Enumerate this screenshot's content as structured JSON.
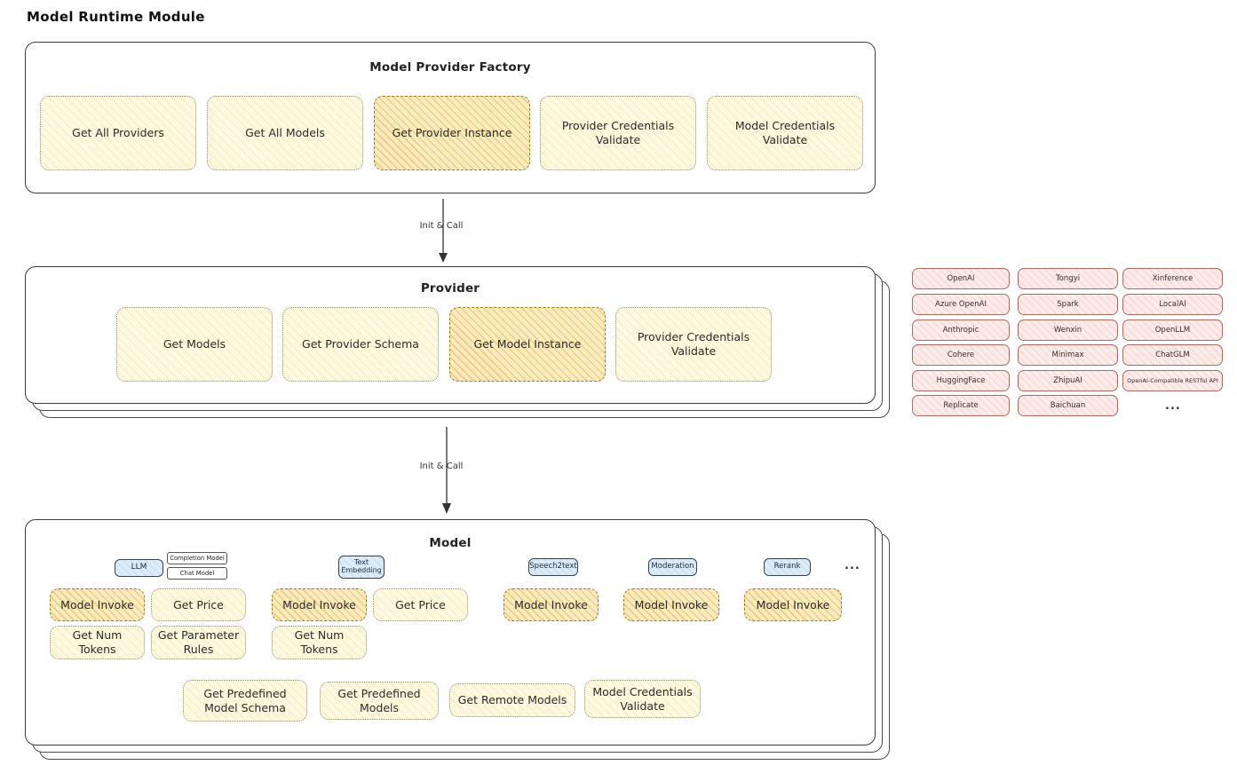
{
  "page": {
    "title": "Model Runtime Module"
  },
  "flow": {
    "arrow1_label": "Init & Call",
    "arrow2_label": "Init & Call"
  },
  "factory": {
    "title": "Model Provider Factory",
    "items": [
      {
        "label": "Get All Providers"
      },
      {
        "label": "Get All Models"
      },
      {
        "label": "Get Provider Instance"
      },
      {
        "label": "Provider Credentials Validate"
      },
      {
        "label": "Model Credentials Validate"
      }
    ]
  },
  "provider": {
    "title": "Provider",
    "items": [
      {
        "label": "Get Models"
      },
      {
        "label": "Get Provider Schema"
      },
      {
        "label": "Get Model Instance"
      },
      {
        "label": "Provider Credentials Validate"
      }
    ]
  },
  "vendors": {
    "col1": [
      "OpenAI",
      "Azure OpenAI",
      "Anthropic",
      "Cohere",
      "HuggingFace",
      "Replicate"
    ],
    "col2": [
      "Tongyi",
      "Spark",
      "Wenxin",
      "Minimax",
      "ZhipuAI",
      "Baichuan"
    ],
    "col3": [
      "Xinference",
      "LocalAI",
      "OpenLLM",
      "ChatGLM",
      "OpenAI-Compatible RESTful API"
    ],
    "more": "..."
  },
  "model": {
    "title": "Model",
    "tabs": {
      "llm": "LLM",
      "completion_model": "Completion Model",
      "chat_model": "Chat Model",
      "text_embedding": "Text Embedding",
      "speech2text": "Speech2text",
      "moderation": "Moderation",
      "rerank": "Rerank",
      "more": "..."
    },
    "row1": [
      "Model Invoke",
      "Get Price",
      "Model Invoke",
      "Get Price",
      "Model Invoke",
      "Model Invoke",
      "Model Invoke"
    ],
    "row2": [
      "Get Num Tokens",
      "Get Parameter Rules",
      "Get Num Tokens"
    ],
    "row3": [
      "Get Predefined Model Schema",
      "Get Predefined Models",
      "Get Remote Models",
      "Model Credentials Validate"
    ]
  }
}
